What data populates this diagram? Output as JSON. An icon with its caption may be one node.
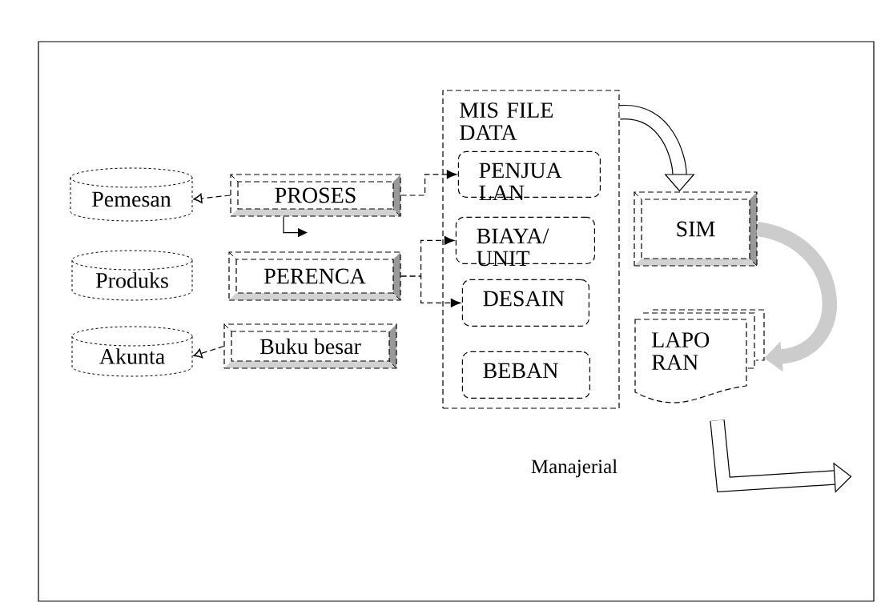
{
  "diagram": {
    "nodes": [
      {
        "text": [
          "Pemesan"
        ]
      },
      {
        "text": [
          "PROSES"
        ]
      },
      {
        "text": [
          "Produks"
        ]
      },
      {
        "text": [
          "PERENCA"
        ]
      },
      {
        "text": [
          "Akunta"
        ]
      },
      {
        "text": [
          "Buku besar"
        ]
      },
      {
        "text": [
          "MIS FILE DATA"
        ]
      },
      {
        "text": [
          "PENJUA LAN"
        ],
        "in": 6
      },
      {
        "text": [
          "BIAYA/ UNIT"
        ],
        "in": 6
      },
      {
        "text": [
          "DESAIN"
        ],
        "in": 6
      },
      {
        "text": [
          "BEBAN"
        ],
        "in": 6
      },
      {
        "text": [
          "SIM"
        ]
      },
      {
        "text": [
          "LAPO RAN"
        ]
      }
    ],
    "edges": [
      {
        "from": 1,
        "to": 0,
        "arrow": "to",
        "style": "dashed"
      },
      {
        "from": 5,
        "to": 4,
        "arrow": "to",
        "style": "dashed"
      },
      {
        "from": 1,
        "to": 7,
        "arrow": "to",
        "style": "dashed"
      },
      {
        "from": 1,
        "to": null,
        "arrow": "to"
      },
      {
        "from": 3,
        "to": 8,
        "arrow": "to",
        "style": "dashed"
      },
      {
        "from": 3,
        "to": 9,
        "arrow": "to",
        "style": "dashed"
      },
      {
        "from": 6,
        "to": 11,
        "arrow": "to",
        "style": "thick"
      },
      {
        "from": 11,
        "to": 12,
        "arrow": "to",
        "style": "thick",
        "color": "#cccccc"
      },
      {
        "from": 12,
        "to": null,
        "arrow": "to",
        "style": "thick"
      }
    ],
    "labels": [
      "Manajerial"
    ]
  }
}
